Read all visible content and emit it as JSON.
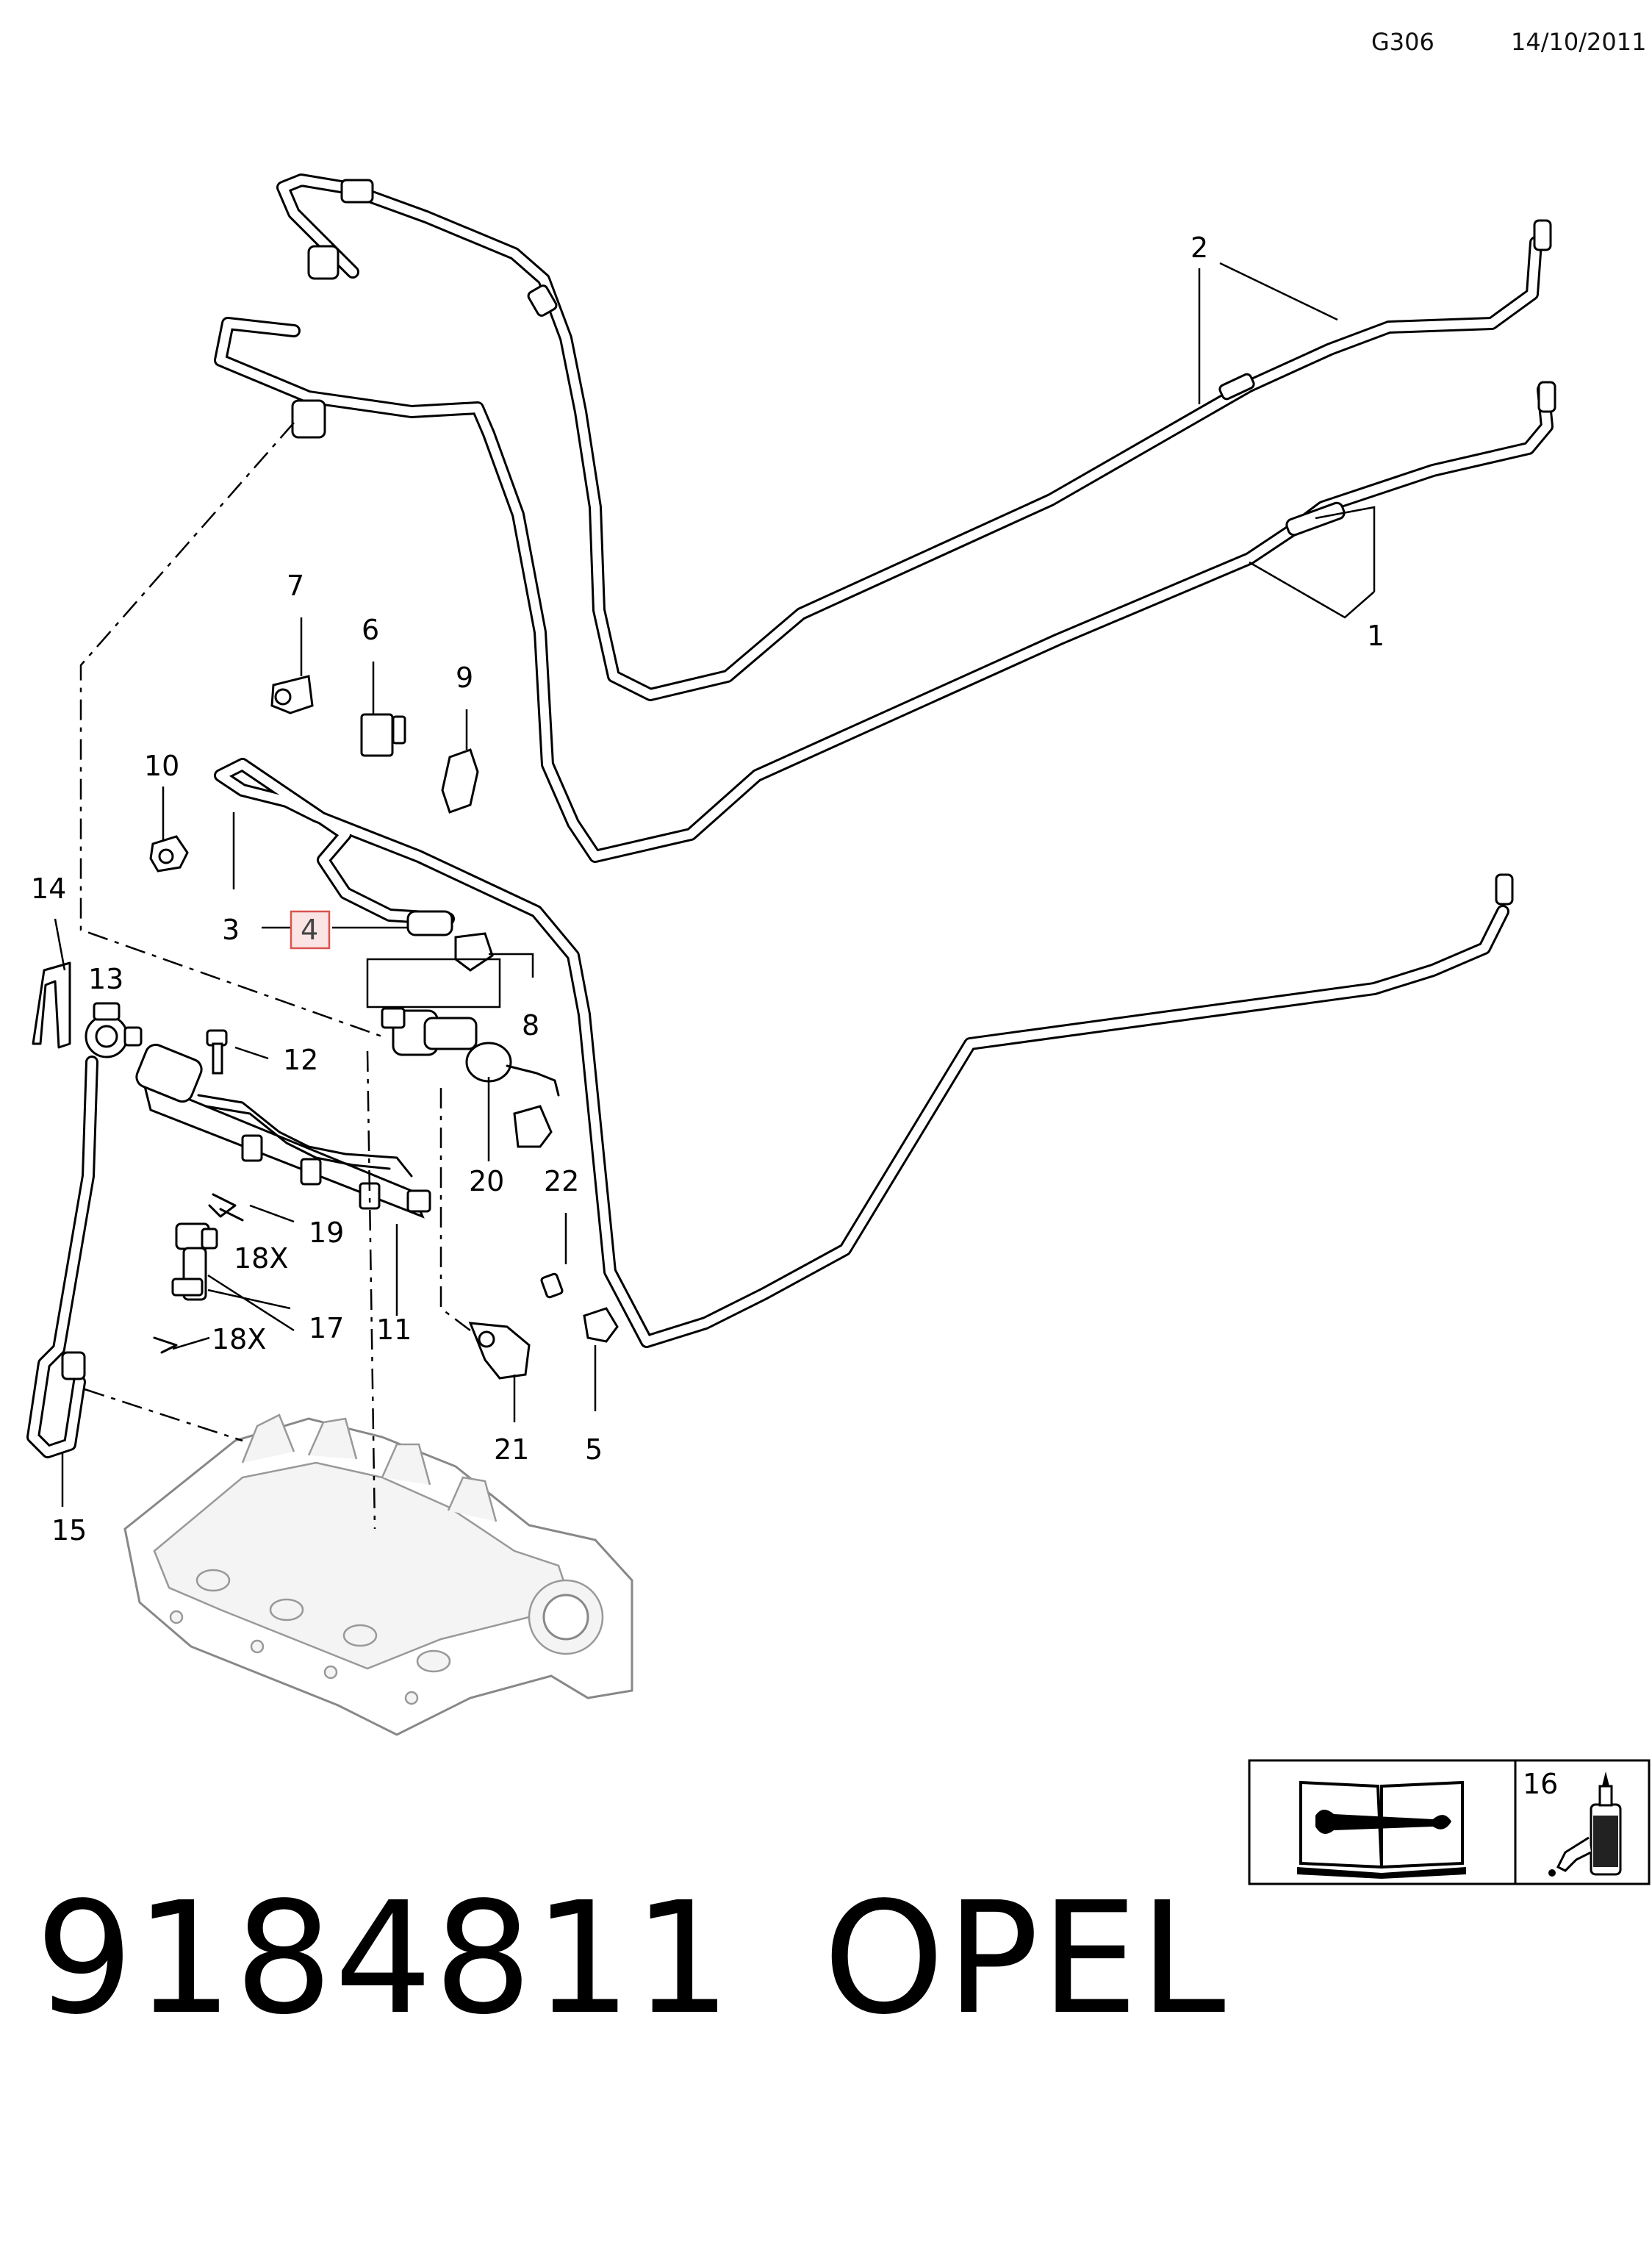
{
  "header": {
    "page_code": "G306",
    "date": "14/10/2011"
  },
  "callouts": {
    "c1": "1",
    "c2": "2",
    "c3": "3",
    "c4": "4",
    "c5": "5",
    "c6": "6",
    "c7": "7",
    "c8": "8",
    "c9": "9",
    "c10": "10",
    "c11": "11",
    "c12": "12",
    "c13": "13",
    "c14": "14",
    "c15": "15",
    "c16": "16",
    "c17": "17",
    "c18a": "18X",
    "c18b": "18X",
    "c19": "19",
    "c20": "20",
    "c21": "21",
    "c22": "22"
  },
  "highlight": {
    "callout": "4",
    "color": "#d9534f",
    "fill": "#fbe4e4"
  },
  "footer": {
    "part_number": "9184811",
    "brand": "OPEL"
  },
  "legend": {
    "manual_icon": "repair-manual-icon",
    "adhesive_icon": "adhesive-bottle-icon"
  }
}
